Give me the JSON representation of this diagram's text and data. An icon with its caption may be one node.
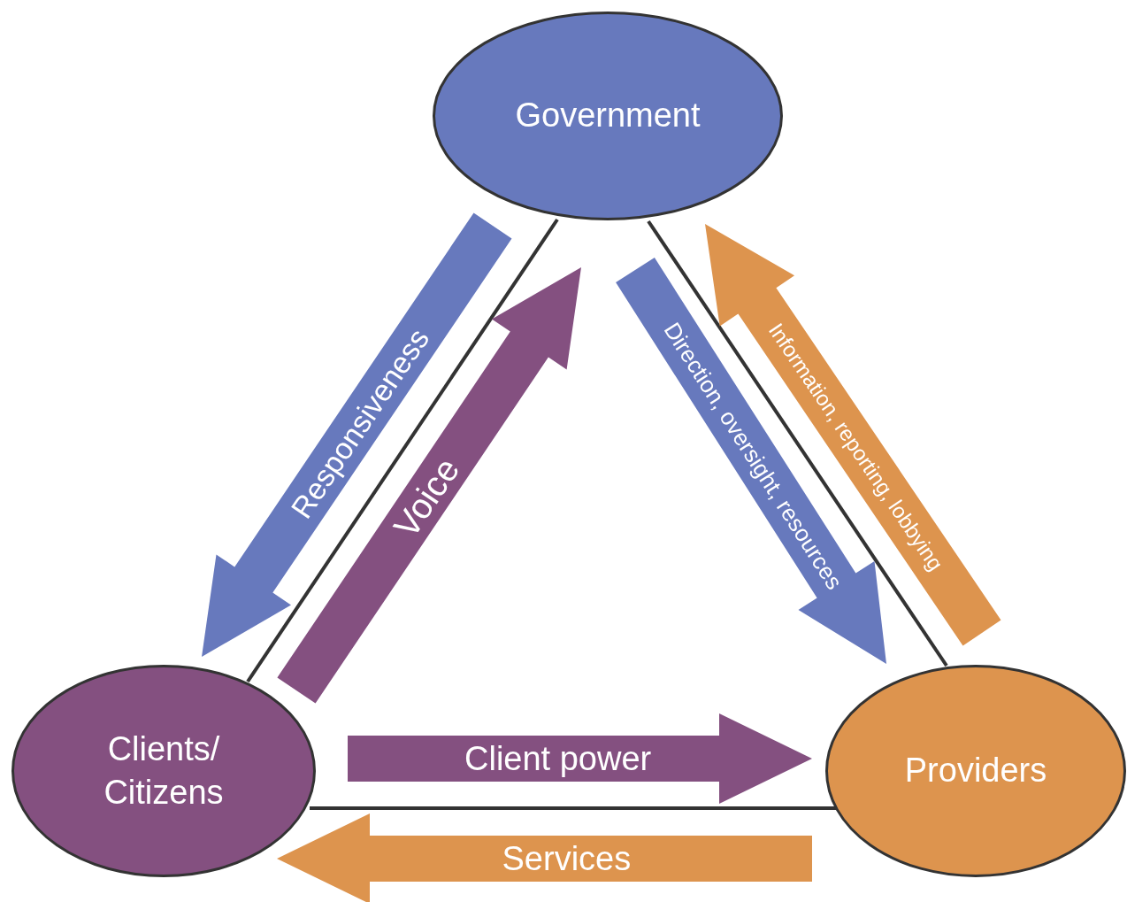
{
  "diagram": {
    "nodes": [
      {
        "text": [
          "Government"
        ]
      },
      {
        "text": [
          "Clients/ Citizens"
        ]
      },
      {
        "text": [
          "Providers"
        ]
      }
    ],
    "edges": [
      {
        "from": 0,
        "to": 1,
        "arrow": "none"
      },
      {
        "from": 0,
        "to": 2,
        "arrow": "none"
      },
      {
        "from": 1,
        "to": 2,
        "arrow": "none"
      },
      {
        "from": 0,
        "to": 1,
        "arrow": "to",
        "label": "Responsiveness",
        "style": "thick",
        "color": "#6779bd"
      },
      {
        "from": 1,
        "to": 0,
        "arrow": "to",
        "label": "Voice",
        "style": "thick",
        "color": "#845080"
      },
      {
        "from": 0,
        "to": 2,
        "arrow": "to",
        "label": "Direction, oversight, resources",
        "style": "thick",
        "color": "#6779bd"
      },
      {
        "from": 2,
        "to": 0,
        "arrow": "to",
        "label": "Information, reporting, lobbying",
        "style": "thick",
        "color": "#dd944e"
      },
      {
        "from": 1,
        "to": 2,
        "arrow": "to",
        "label": "Client power",
        "style": "thick",
        "color": "#845080"
      },
      {
        "from": 2,
        "to": 1,
        "arrow": "to",
        "label": "Services",
        "style": "thick",
        "color": "#dd944e"
      }
    ]
  }
}
